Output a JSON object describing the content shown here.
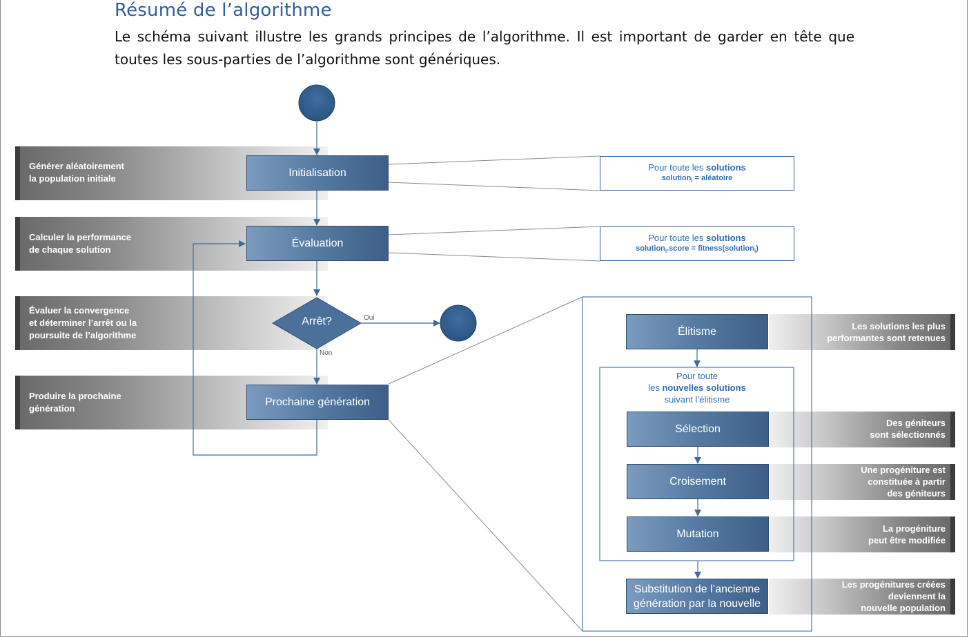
{
  "heading": "Résumé de l’algorithme",
  "intro": "Le schéma suivant illustre les grands principes de l’algorithme. Il est important de garder en tête que toutes les sous-parties de l’algorithme sont génériques.",
  "left_bands": [
    {
      "line1": "Générer aléatoirement",
      "line2": "la population initiale"
    },
    {
      "line1": "Calculer la performance",
      "line2": "de chaque solution"
    },
    {
      "line1": "Évaluer la convergence",
      "line2": "et déterminer l’arrêt ou la",
      "line3": "poursuite de l’algorithme"
    },
    {
      "line1": "Produire la prochaine",
      "line2": "génération"
    }
  ],
  "steps": {
    "init": "Initialisation",
    "eval": "Évaluation",
    "stop": "Arrêt?",
    "next": "Prochaine génération"
  },
  "branches": {
    "yes": "Oui",
    "no": "Non"
  },
  "notes": {
    "init": {
      "prefix": "Pour toute les ",
      "bold": "solutions",
      "formula_a": "solution",
      "formula_sub": "i",
      "formula_b": " = aléatoire"
    },
    "eval": {
      "prefix": "Pour toute les ",
      "bold": "solutions",
      "formula_a": "solution",
      "formula_sub": "i",
      "formula_b": ".score = fitness(solution",
      "formula_sub2": "i",
      "formula_c": ")"
    }
  },
  "detail": {
    "elitism": "Élitisme",
    "foreach": {
      "line1": "Pour toute",
      "line2_prefix": "les ",
      "line2_bold": "nouvelles solutions",
      "line3": "suivant l’élitisme"
    },
    "selection": "Sélection",
    "crossover": "Croisement",
    "mutation": "Mutation",
    "substitution_line1": "Substitution de l’ancienne",
    "substitution_line2": "génération par la nouvelle"
  },
  "right_bands": [
    {
      "line1": "Les solutions les plus",
      "line2": "performantes sont retenues"
    },
    {
      "line1": "Des géniteurs",
      "line2": "sont sélectionnés"
    },
    {
      "line1": "Une progéniture est",
      "line2": "constituée à partir",
      "line3": "des géniteurs"
    },
    {
      "line1": "La progéniture",
      "line2": "peut être modifiée"
    },
    {
      "line1": "Les progénitures créées",
      "line2": "deviennent la",
      "line3": "nouvelle population"
    }
  ],
  "colors": {
    "accent": "#2e5f9e",
    "node": "#3d6491",
    "arrow": "#3f6a9a"
  }
}
